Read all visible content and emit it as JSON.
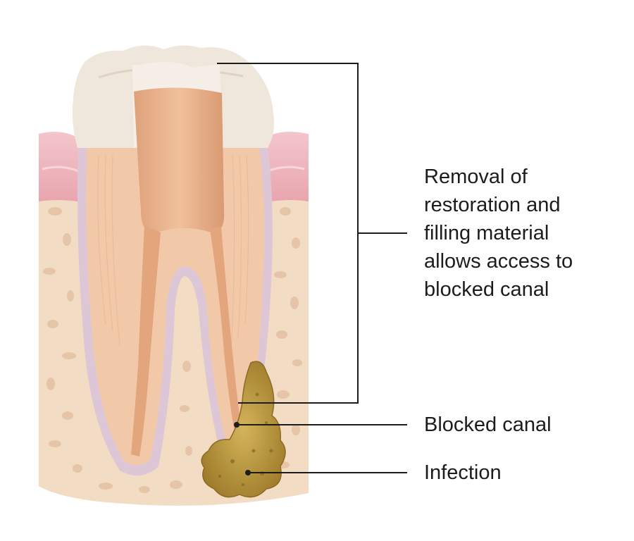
{
  "labels": {
    "removal": {
      "lines": [
        "Removal of",
        "restoration and",
        "filling material",
        "allows access to",
        "blocked canal"
      ]
    },
    "blocked_canal": "Blocked canal",
    "infection": "Infection"
  },
  "colors": {
    "bone": "#f3dcc4",
    "bone_pore": "#e2bfa0",
    "gum": "#eeb0b8",
    "crown": "#efe8df",
    "dentin": "#f2c7a5",
    "pulp": "#e7ad84",
    "canal_lining": "#d9c5d2",
    "infection": "#b8963a",
    "leader": "#1c1c1c"
  }
}
